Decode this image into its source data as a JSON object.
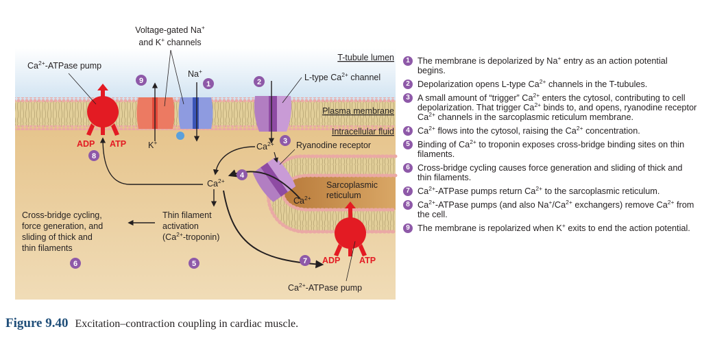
{
  "diagram": {
    "labels": {
      "voltage_gated_line1": "Voltage-gated Na",
      "voltage_gated_line2": "and K",
      "voltage_gated_line2_suffix": " channels",
      "ca_atpase_top": "Ca",
      "ca_atpase_top_suffix": "-ATPase pump",
      "na": "Na",
      "k": "K",
      "adp": "ADP",
      "atp": "ATP",
      "t_tubule_lumen": "T-tubule lumen",
      "l_type_channel": "L-type Ca",
      "l_type_channel_suffix": " channel",
      "plasma_membrane": "Plasma membrane",
      "intracellular_fluid": "Intracellular fluid",
      "ryanodine_receptor": "Ryanodine receptor",
      "ca": "Ca",
      "sarcoplasmic_line1": "Sarcoplasmic",
      "sarcoplasmic_line2": "reticulum",
      "cross_bridge_lines": [
        "Cross-bridge cycling,",
        "force generation, and",
        "sliding of thick and",
        "thin filaments"
      ],
      "thin_filament_lines": [
        "Thin filament",
        "activation",
        "(Ca",
        "-troponin)"
      ],
      "ca_atpase_bottom": "Ca",
      "ca_atpase_bottom_suffix": "-ATPase pump",
      "sup_plus": "+",
      "sup_2plus": "2+"
    },
    "badges": [
      "1",
      "2",
      "3",
      "4",
      "5",
      "6",
      "7",
      "8",
      "9"
    ],
    "colors": {
      "lumen_top": "#cfe2f1",
      "cytosol": "#e8c68e",
      "membrane_head": "#e8a7a5",
      "membrane_tail": "#d9c28a",
      "pump_red": "#e31b23",
      "k_channel": "#ec7a62",
      "na_channel": "#7f8ed6",
      "ca_channel": "#b27ec2",
      "badge_purple": "#8e59a8",
      "sr_lumen": "#c8873f"
    }
  },
  "steps": [
    {
      "num": "1",
      "html": "The membrane is depolarized by Na<sup>+</sup> entry as an action potential begins."
    },
    {
      "num": "2",
      "html": "Depolarization opens L-type Ca<sup>2+</sup> channels in the T-tubules."
    },
    {
      "num": "3",
      "html": "A small amount of “trigger” Ca<sup>2+</sup> enters the cytosol, contributing to cell depolarization. That trigger Ca<sup>2+</sup> binds to, and opens, ryanodine receptor Ca<sup>2+</sup> channels in the sarcoplasmic reticulum membrane."
    },
    {
      "num": "4",
      "html": "Ca<sup>2+</sup> flows into the cytosol, raising the Ca<sup>2+</sup> concentration."
    },
    {
      "num": "5",
      "html": "Binding of Ca<sup>2+</sup> to troponin exposes cross-bridge binding sites on thin filaments."
    },
    {
      "num": "6",
      "html": "Cross-bridge cycling causes force generation and sliding of thick and thin filaments."
    },
    {
      "num": "7",
      "html": "Ca<sup>2+</sup>-ATPase pumps return Ca<sup>2+</sup> to the sarcoplasmic reticulum."
    },
    {
      "num": "8",
      "html": "Ca<sup>2+</sup>-ATPase pumps (and also Na<sup>+</sup>/Ca<sup>2+</sup> exchangers) remove Ca<sup>2+</sup> from the cell."
    },
    {
      "num": "9",
      "html": "The membrane is repolarized when K<sup>+</sup> exits to end the action potential."
    }
  ],
  "caption": {
    "figure_number": "Figure 9.40",
    "text": "Excitation–contraction coupling in cardiac muscle."
  }
}
